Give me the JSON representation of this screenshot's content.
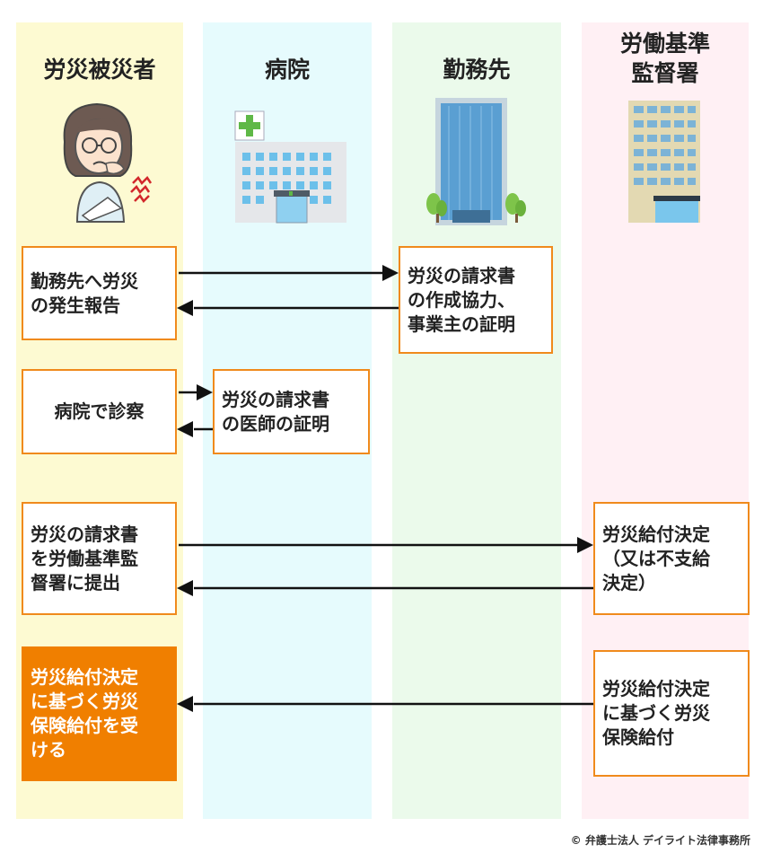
{
  "lanes": {
    "victim": "労災被災者",
    "hospital": "病院",
    "employer": "勤務先",
    "office_line1": "労働基準",
    "office_line2": "監督署"
  },
  "steps": {
    "report": "勤務先へ労災\nの発生報告",
    "employer_response": "労災の請求書\nの作成協力、\n事業主の証明",
    "exam": "病院で診察",
    "doctor_cert": "労災の請求書\nの医師の証明",
    "submit": "労災の請求書\nを労働基準監\n督署に提出",
    "decision": "労災給付決定\n（又は不支給\n決定）",
    "receive": "労災給付決定\nに基づく労災\n保険給付を受\nける",
    "payout": "労災給付決定\nに基づく労災\n保険給付"
  },
  "copyright": "© 弁護士法人 デイライト法律事務所",
  "colors": {
    "box_border": "#f08a1c",
    "highlight": "#f07f00",
    "arrow": "#111111"
  }
}
